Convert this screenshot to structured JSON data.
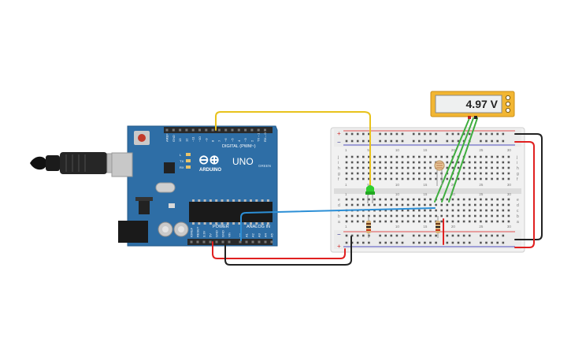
{
  "multimeter": {
    "reading": "4.97 V"
  },
  "arduino": {
    "logo_symbol": "⊖⊕",
    "brand": "ARDUINO",
    "model": "UNO",
    "variant": "GREEN",
    "digital_header_label": "DIGITAL (PWM~)",
    "power_label": "POWER",
    "analog_label": "ANALOG IN",
    "led_labels": [
      "L",
      "TX",
      "RX"
    ],
    "digital_pins": [
      "AREF",
      "GND",
      "13",
      "12",
      "~11",
      "~10",
      "~9",
      "8",
      "7",
      "~6",
      "~5",
      "4",
      "~3",
      "2",
      "TX→1",
      "RX←0"
    ],
    "power_pins": [
      "IOREF",
      "RESET",
      "3.3V",
      "5V",
      "GND",
      "GND",
      "Vin"
    ],
    "analog_pins": [
      "A0",
      "A1",
      "A2",
      "A3",
      "A4",
      "A5"
    ]
  },
  "breadboard": {
    "col_numbers": [
      "1",
      "5",
      "10",
      "15",
      "20",
      "25",
      "30"
    ],
    "row_letters_top": [
      "j",
      "i",
      "h",
      "g",
      "f"
    ],
    "row_letters_bottom": [
      "e",
      "d",
      "c",
      "b",
      "a"
    ],
    "rail_plus": "+",
    "rail_minus": "−"
  },
  "colors": {
    "arduino_blue": "#2e6ea6",
    "wire_yellow": "#e8c21c",
    "wire_blue": "#2c8fd6",
    "wire_red": "#e02020",
    "wire_black": "#222222",
    "wire_green": "#3fae3f",
    "meter_yellow": "#f2b632",
    "led_green": "#2fcf2f"
  }
}
